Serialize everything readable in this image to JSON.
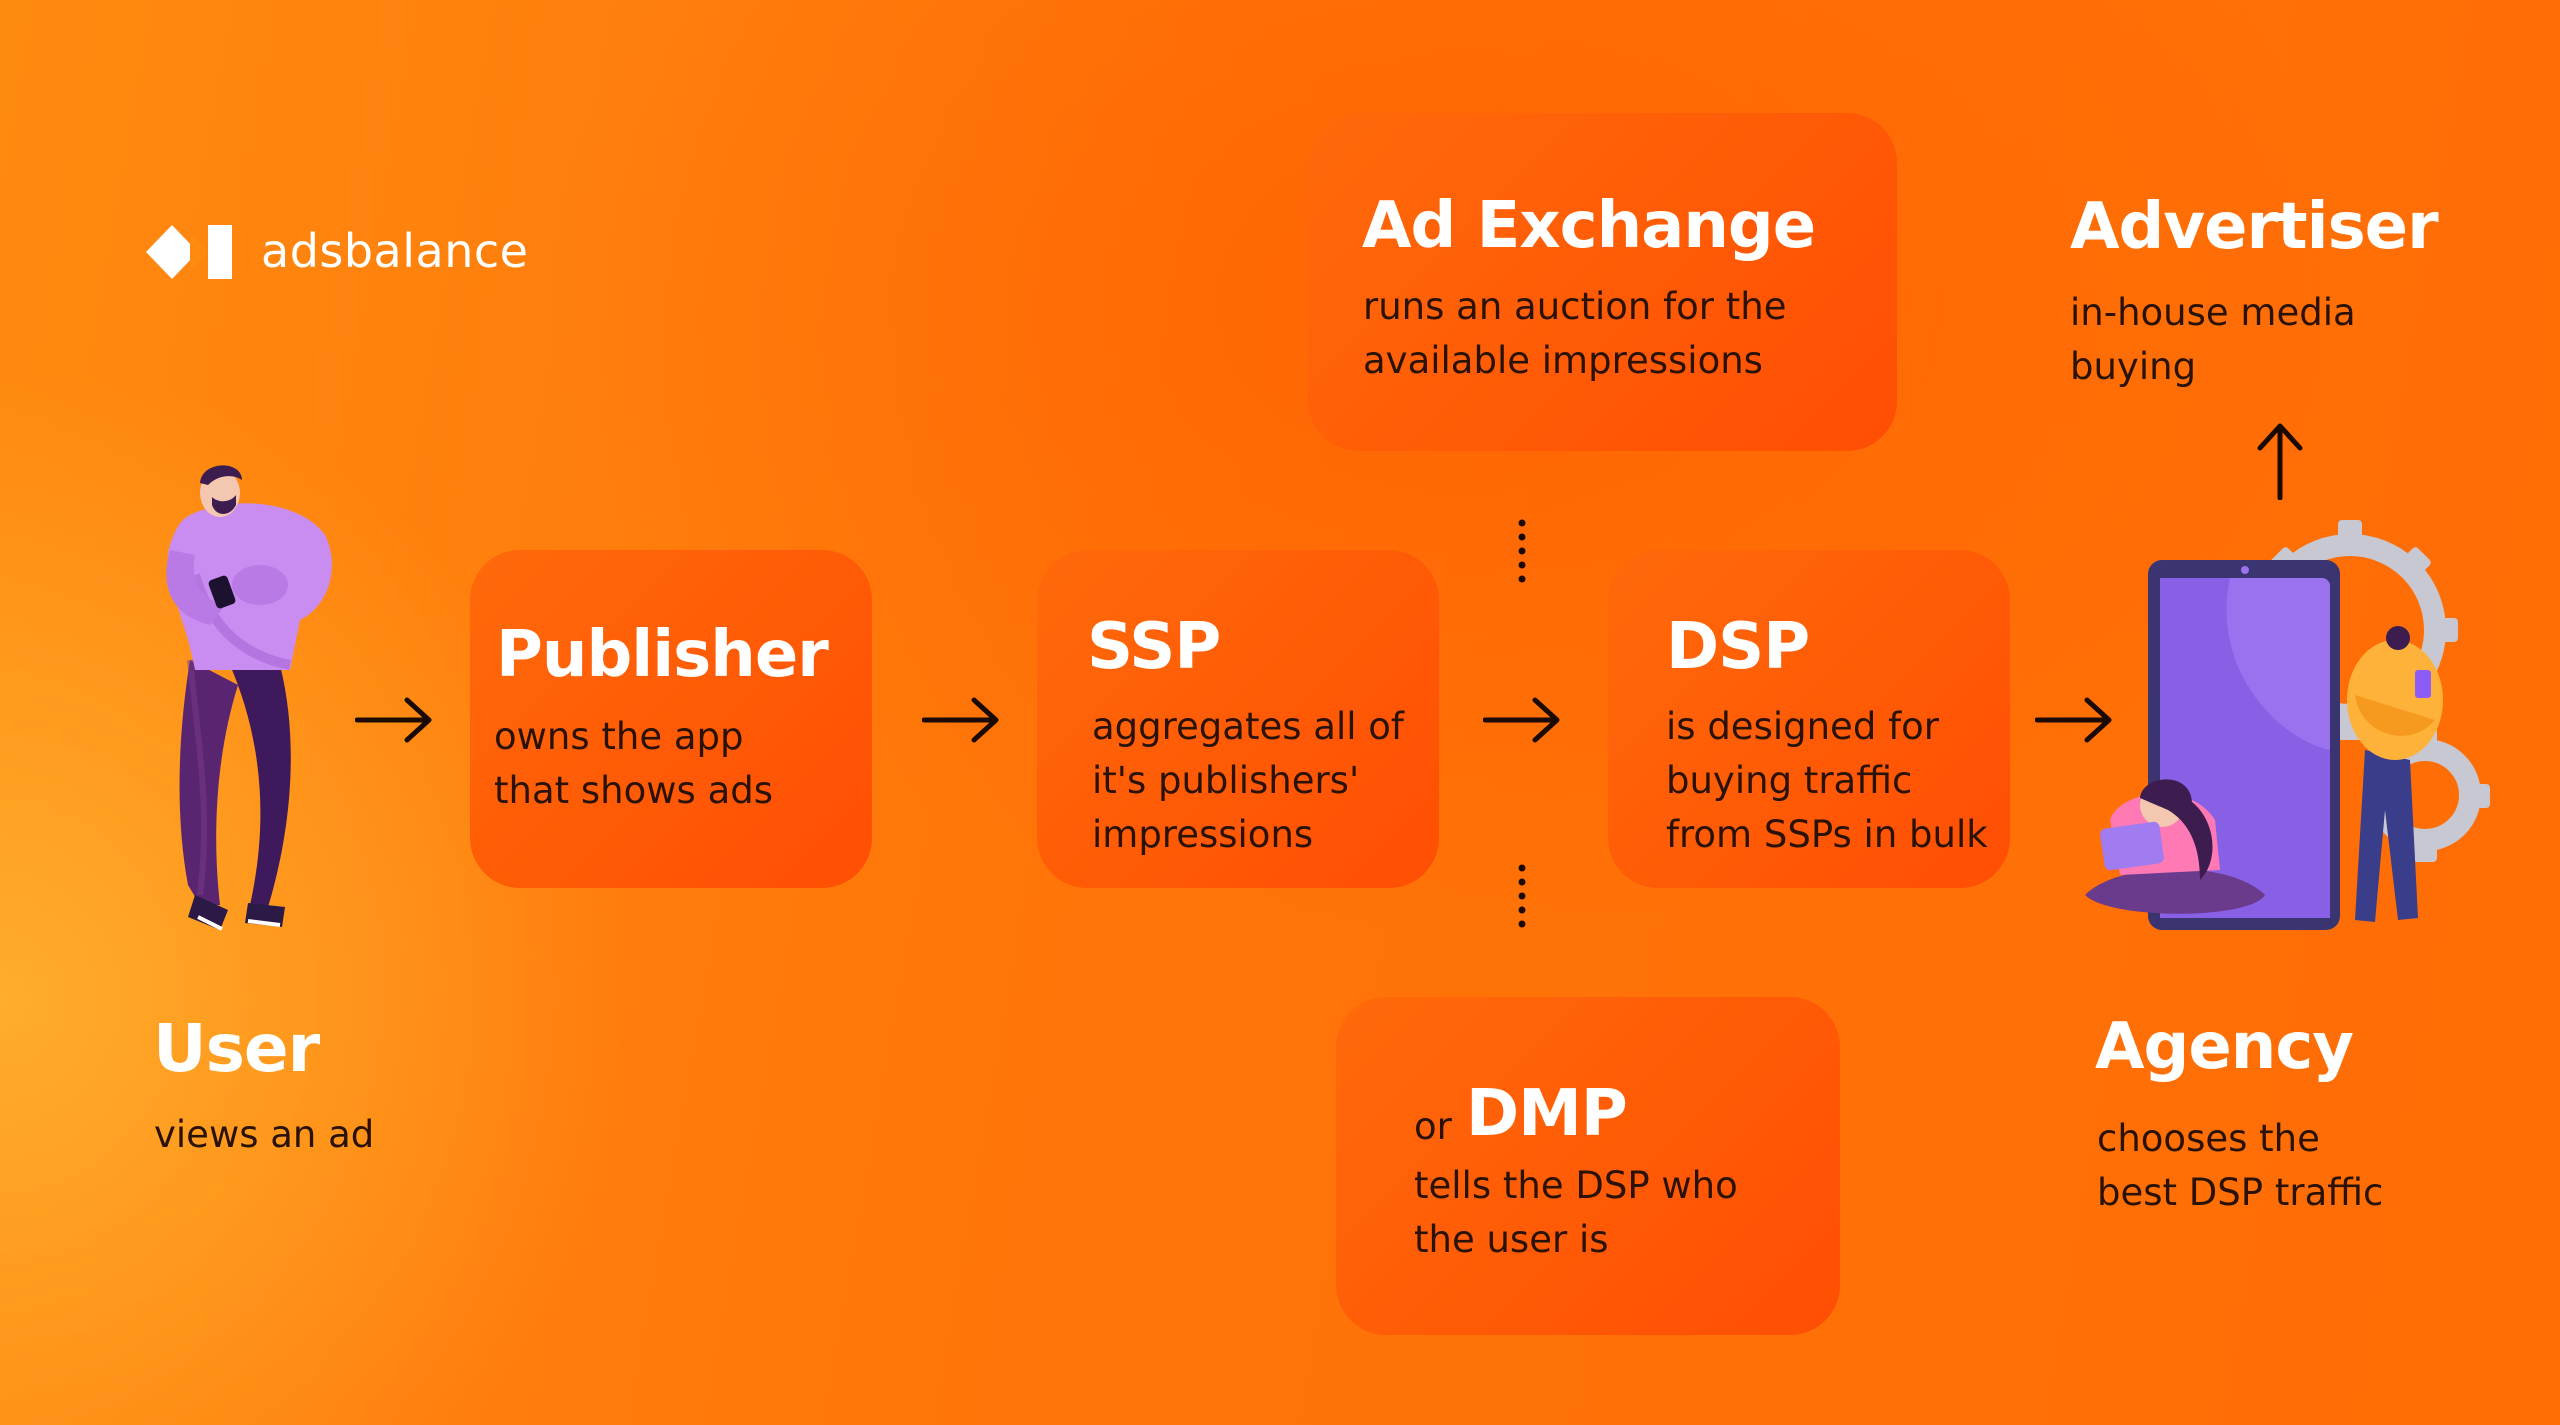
{
  "brand": {
    "name": "adsbalance"
  },
  "nodes": {
    "user": {
      "title": "User",
      "desc": "views an ad"
    },
    "publisher": {
      "title": "Publisher",
      "desc": "owns the app\nthat shows ads"
    },
    "ssp": {
      "title": "SSP",
      "desc": "aggregates all of\nit's publishers'\nimpressions"
    },
    "ad_exchange": {
      "title": "Ad Exchange",
      "desc": "runs an auction for the\navailable impressions"
    },
    "dsp": {
      "title": "DSP",
      "desc": "is designed for\nbuying traffic\nfrom SSPs in bulk"
    },
    "dmp": {
      "prefix": "or",
      "title": "DMP",
      "desc": "tells the DSP who\nthe user is"
    },
    "advertiser": {
      "title": "Advertiser",
      "desc": "in-house media\nbuying"
    },
    "agency": {
      "title": "Agency",
      "desc": "chooses the\nbest DSP traffic"
    }
  },
  "colors": {
    "background": "#ff7408",
    "card": "#ff5a06",
    "text_dark": "#2a1206",
    "text_light": "#ffffff"
  },
  "icons": [
    "adsbalance-logo-icon",
    "user-illustration",
    "agency-illustration",
    "arrow-right-icon",
    "arrow-up-icon",
    "dotted-connector"
  ]
}
